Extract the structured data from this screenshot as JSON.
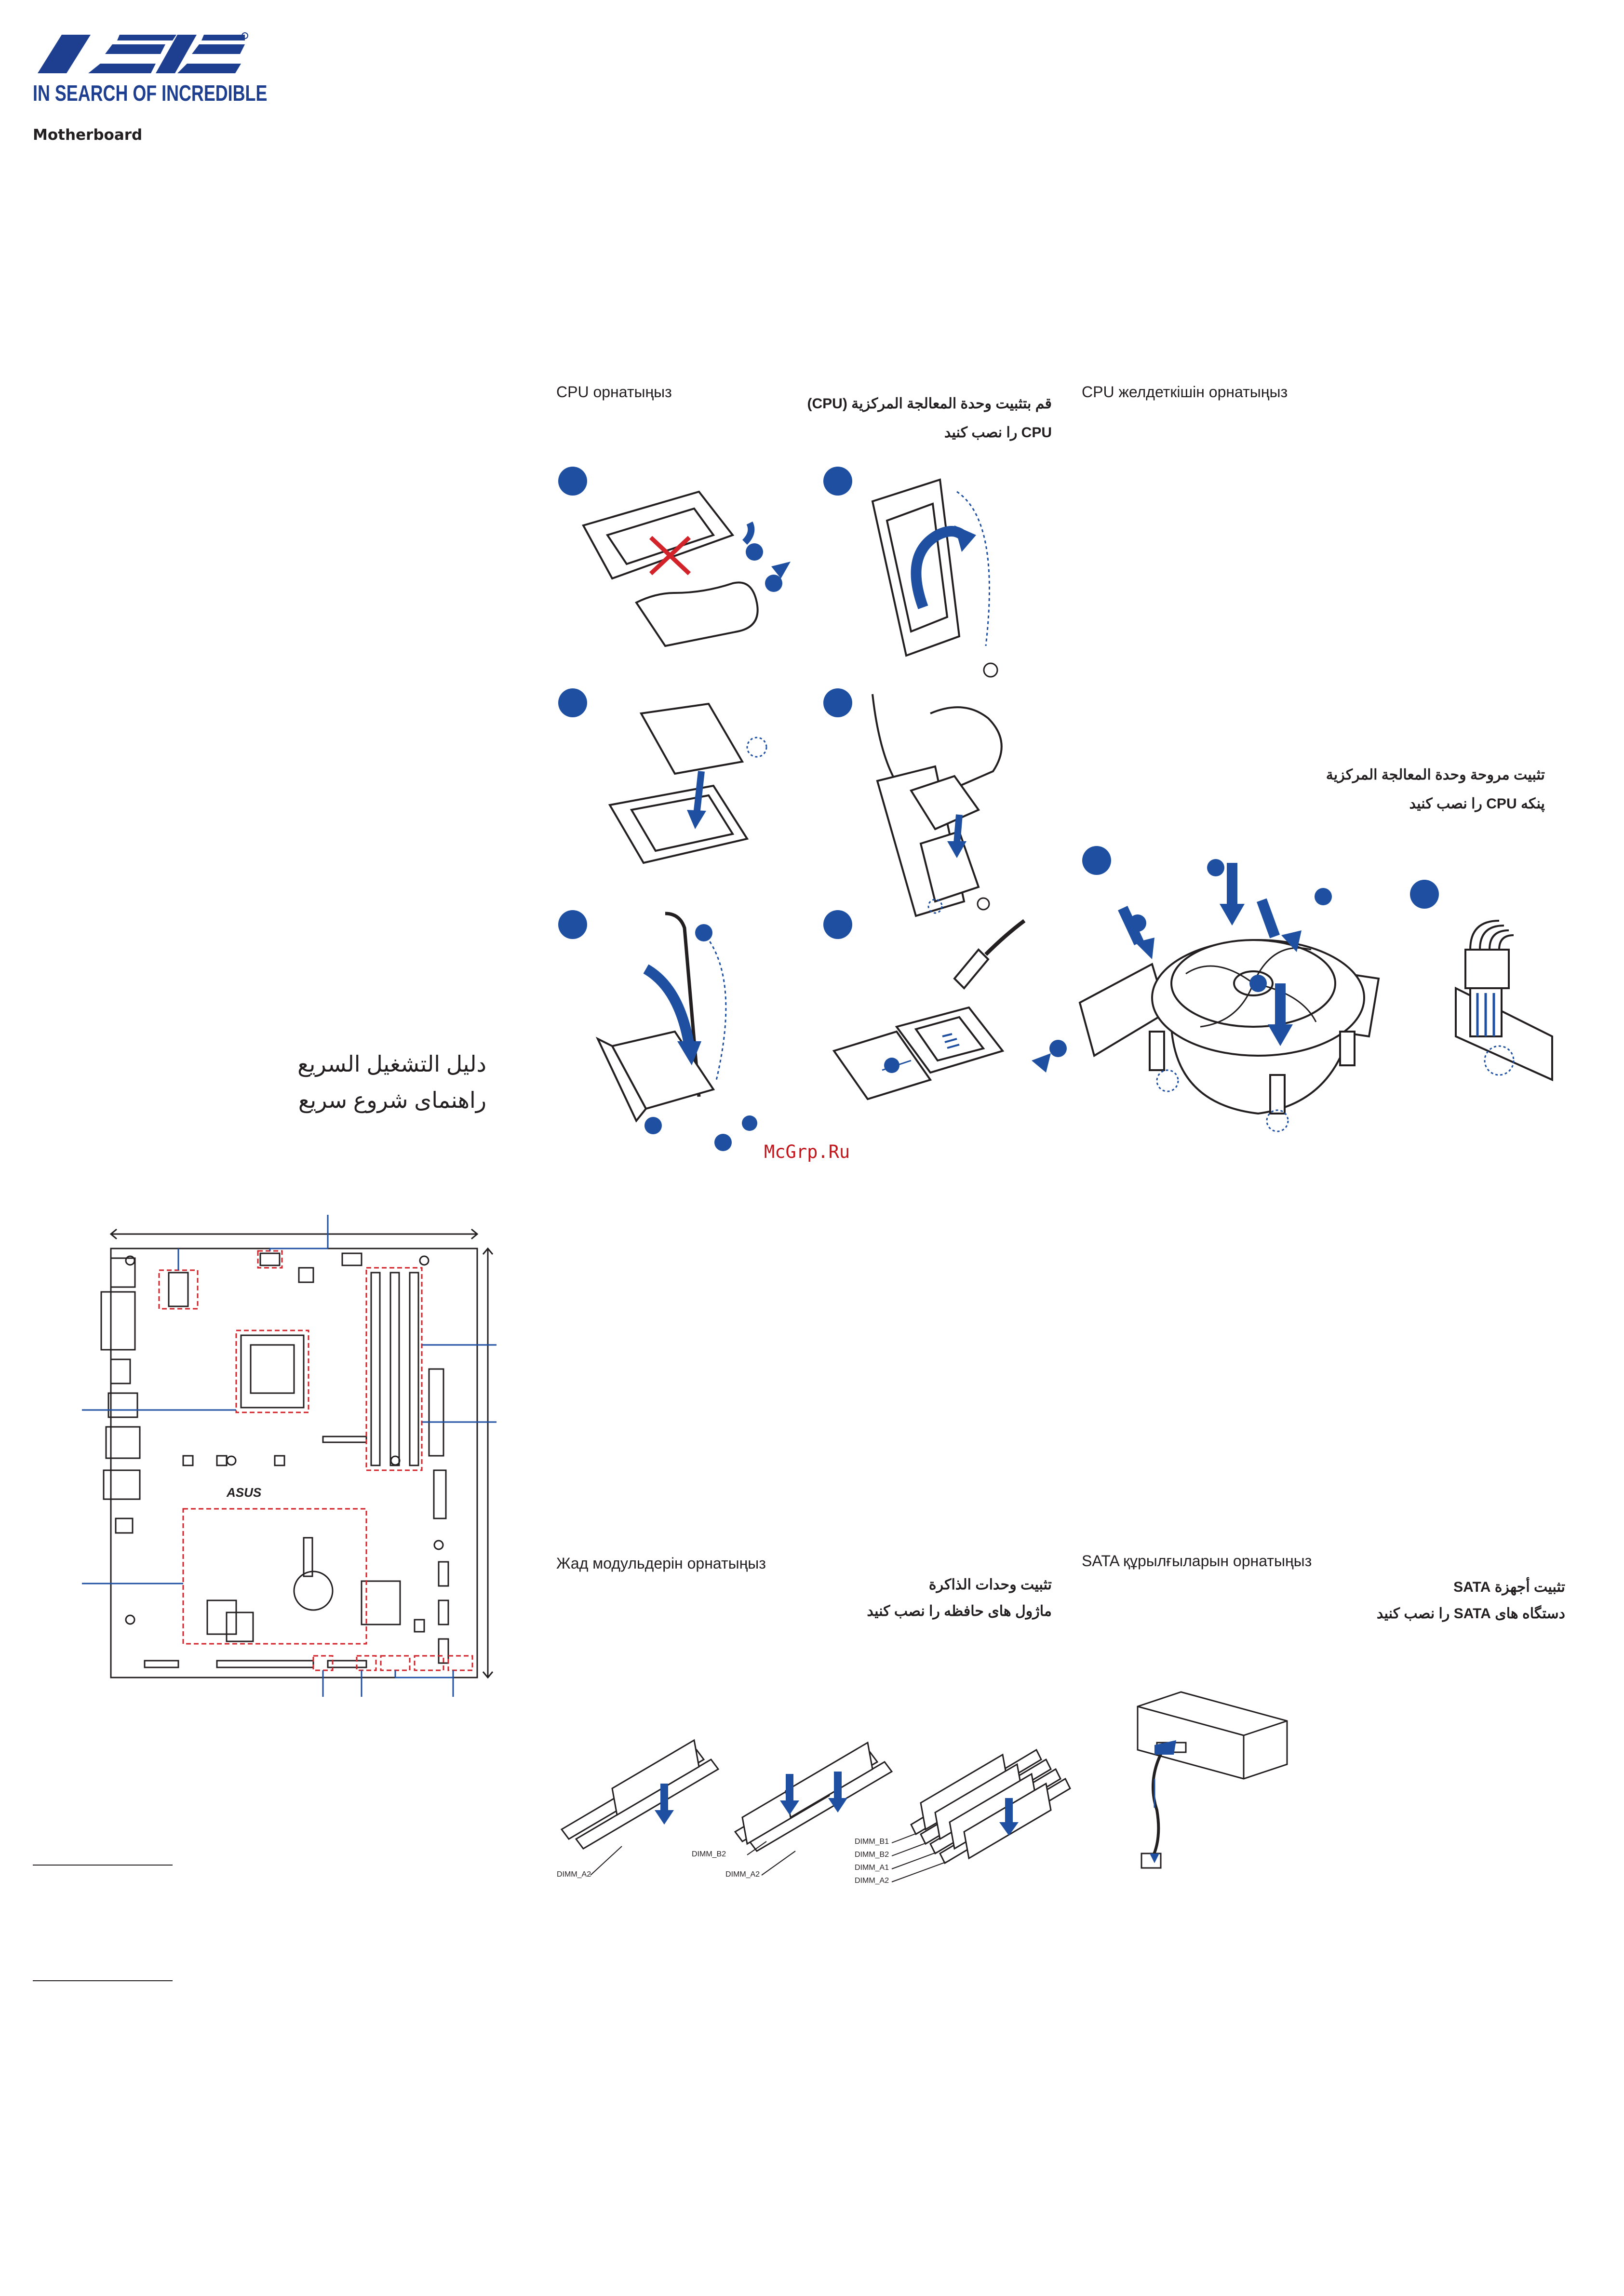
{
  "brand": {
    "tagline": "IN SEARCH OF INCREDIBLE",
    "product": "Motherboard",
    "logo_color": "#1e3f8f"
  },
  "titles": {
    "arabic": "دليل التشغيل السريع",
    "persian": "راهنمای شروع سریع"
  },
  "cpu": {
    "title": "CPU орнатыңыз",
    "ar": "قم بتثبيت وحدة المعالجة المركزية (CPU)",
    "fa": "CPU را نصب کنید"
  },
  "fan": {
    "title": "CPU желдеткішін орнатыңыз",
    "ar": "تثبيت مروحة وحدة المعالجة المركزية",
    "fa": "پنکه CPU را نصب کنید"
  },
  "memory": {
    "title": "Жад модульдерін орнатыңыз",
    "ar": "تثبيت وحدات الذاكرة",
    "fa": "ماژول های حافظه را نصب کنید",
    "labels": {
      "a": "DIMM_A2",
      "b": "DIMM_B2",
      "c": "DIMM_A2",
      "d1": "DIMM_B1",
      "d2": "DIMM_B2",
      "d3": "DIMM_A1",
      "d4": "DIMM_A2"
    }
  },
  "sata": {
    "title": "SATA құрылғыларын орнатыңыз",
    "ar": "تثبيت أجهزة SATA",
    "fa": "دستگاه های SATA را نصب کنید"
  },
  "watermark": "McGrp.Ru",
  "colors": {
    "accent_blue": "#1e4fa0",
    "highlight_red": "#d2232a"
  }
}
